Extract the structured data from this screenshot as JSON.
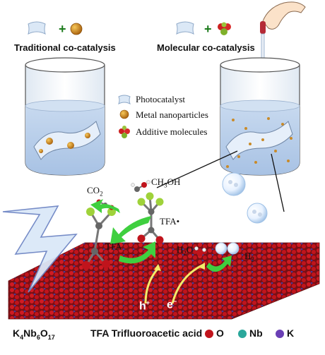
{
  "panels": {
    "traditional": {
      "title": "Traditional co-catalysis"
    },
    "molecular": {
      "title": "Molecular co-catalysis"
    }
  },
  "legend": [
    {
      "label": "Photocatalyst",
      "icon": "photocatalyst-sheet-icon"
    },
    {
      "label": "Metal nanoparticles",
      "icon": "metal-nanoparticle-icon"
    },
    {
      "label": "Additive molecules",
      "icon": "additive-molecule-icon"
    }
  ],
  "reaction": {
    "co2": "CO",
    "co2_sub": "2",
    "ch3oh": "CH",
    "ch3oh_sub": "3",
    "ch3oh_tail": "OH",
    "tfa_radical": "TFA•",
    "tfa_anion": "TFA",
    "tfa_anion_sup": "−",
    "h2o": "H",
    "h2o_sub": "2",
    "h2o_tail": "O",
    "h2": "H",
    "h2_sub": "2",
    "hole": "h",
    "hole_sup": "+",
    "electron": "e",
    "electron_sup": "−"
  },
  "footer": {
    "crystal": {
      "a": "K",
      "a_sub": "4",
      "b": "Nb",
      "b_sub": "6",
      "c": "O",
      "c_sub": "17"
    },
    "tfa_definition": "TFA Trifluoroacetic acid",
    "atoms": [
      {
        "label": "O",
        "color": "#c0141c"
      },
      {
        "label": "Nb",
        "color": "#2aa79b"
      },
      {
        "label": "K",
        "color": "#6a3fb5"
      }
    ]
  },
  "colors": {
    "photocatalyst": "#dbe8f6",
    "water": "#b9cfe9",
    "arrow_green": "#3fcf3f",
    "arrow_yellow": "#f2ec6a",
    "lightning": "#dbe8f8"
  }
}
